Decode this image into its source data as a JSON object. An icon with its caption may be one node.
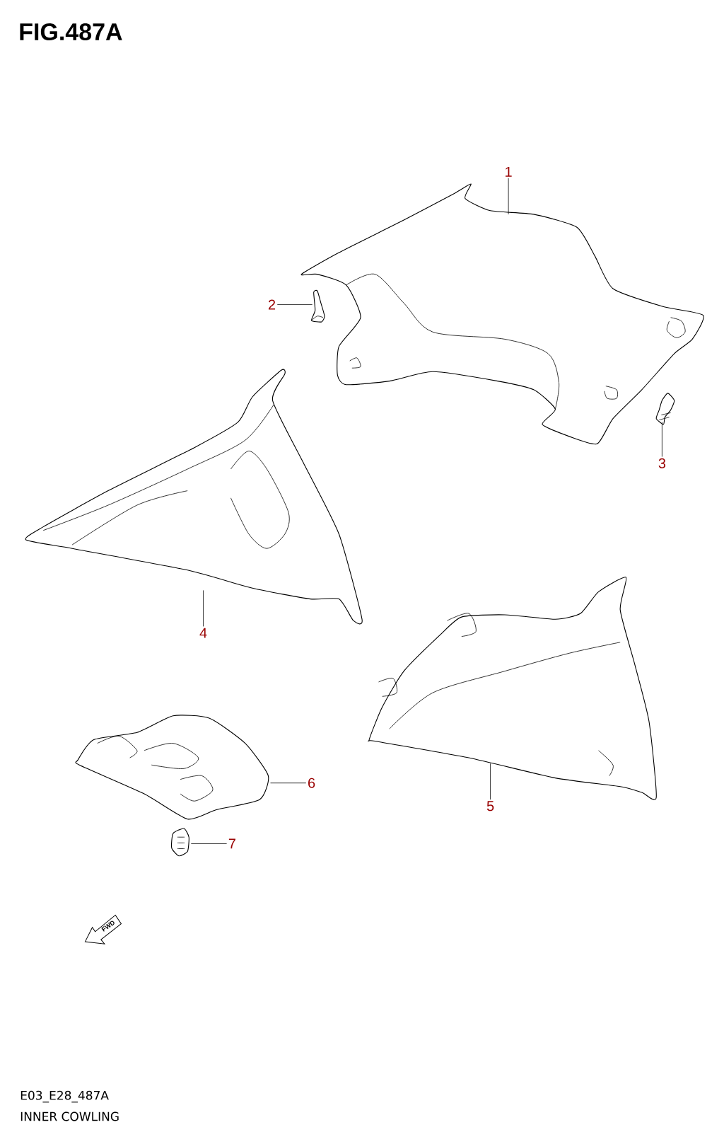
{
  "diagram": {
    "title": "FIG.487A",
    "caption": "INNER COWLING",
    "nodes": [
      {
        "text": [
          "1"
        ]
      },
      {
        "text": [
          "2"
        ]
      },
      {
        "text": [
          "3"
        ]
      },
      {
        "text": [
          "4"
        ]
      },
      {
        "text": [
          "5"
        ]
      },
      {
        "text": [
          "6"
        ]
      },
      {
        "text": [
          "7"
        ]
      },
      {
        "text": [],
        "shape": "picture"
      },
      {
        "text": [],
        "shape": "picture"
      },
      {
        "text": [],
        "shape": "picture"
      },
      {
        "text": [],
        "shape": "picture"
      },
      {
        "text": [],
        "shape": "picture"
      },
      {
        "text": [],
        "shape": "picture"
      },
      {
        "text": [],
        "shape": "picture"
      }
    ],
    "edges": [
      {
        "from": 0,
        "to": 7,
        "arrow": "none"
      },
      {
        "from": 1,
        "to": 8,
        "arrow": "none"
      },
      {
        "from": 2,
        "to": 9,
        "arrow": "none"
      },
      {
        "from": 3,
        "to": 10,
        "arrow": "none"
      },
      {
        "from": 4,
        "to": 11,
        "arrow": "none"
      },
      {
        "from": 5,
        "to": 12,
        "arrow": "none"
      },
      {
        "from": 6,
        "to": 13,
        "arrow": "none"
      }
    ],
    "labels": [
      "FWD",
      "E03_E28_487A"
    ]
  }
}
